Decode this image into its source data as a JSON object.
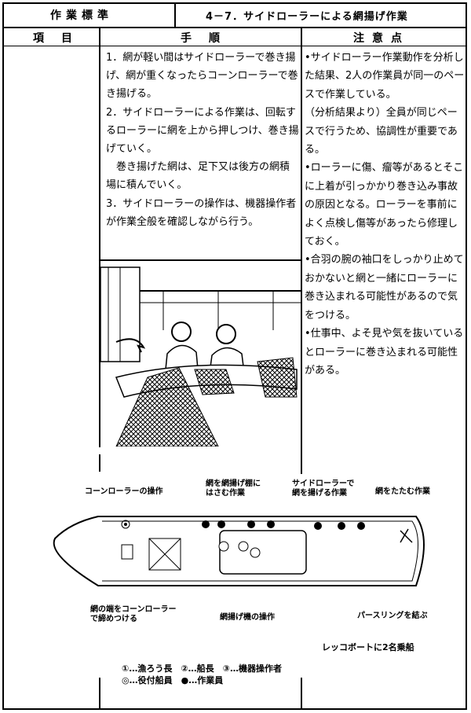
{
  "header": {
    "standard_label": "作業標準",
    "title": "4－7．サイドローラーによる網揚げ作業",
    "col_item": "項目",
    "col_procedure": "手順",
    "col_notes": "注意点"
  },
  "procedure": [
    "1．網が軽い間はサイドローラーで巻き揚げ、網が重くなったらコーンローラーで巻き揚げる。",
    "2．サイドローラーによる作業は、回転するローラーに網を上から押しつけ、巻き揚げていく。",
    "　巻き揚げた網は、足下又は後方の網積場に積んでいく。",
    "3．サイドローラーの操作は、機器操作者が作業全般を確認しながら行う。"
  ],
  "notes": [
    "•サイドローラー作業動作を分析した結果、2人の作業員が同一のペースで作業している。",
    "（分析結果より）全員が同じペースで行うため、協調性が重要である。",
    "•ローラーに傷、瘤等があるとそこに上着が引っかかり巻き込み事故の原因となる。ローラーを事前によく点検し傷等があったら修理しておく。",
    "•合羽の腕の袖口をしっかり止めておかないと網と一緒にローラーに巻き込まれる可能性があるので気をつける。",
    "•仕事中、よそ見や気を抜いているとローラーに巻き込まれる可能性がある。"
  ],
  "diagram": {
    "label_cone_roller": "コーンローラーの操作",
    "label_net_to_shelf": "網を網揚げ棚に\nはさむ作業",
    "label_side_roller": "サイドローラーで\n網を揚げる作業",
    "label_fold_net": "網をたたむ作業",
    "label_tie_net": "網の端をコーンローラー\nで締めつける",
    "label_hauler_op": "網揚げ機の操作",
    "label_purse_ring": "パースリングを結ぶ",
    "label_lecco_boat": "レッコボートに2名乗船"
  },
  "legend": {
    "line1": "①…漁ろう長　②…船長　③…機器操作者",
    "line2": "◎…役付船員　●…作業員"
  }
}
